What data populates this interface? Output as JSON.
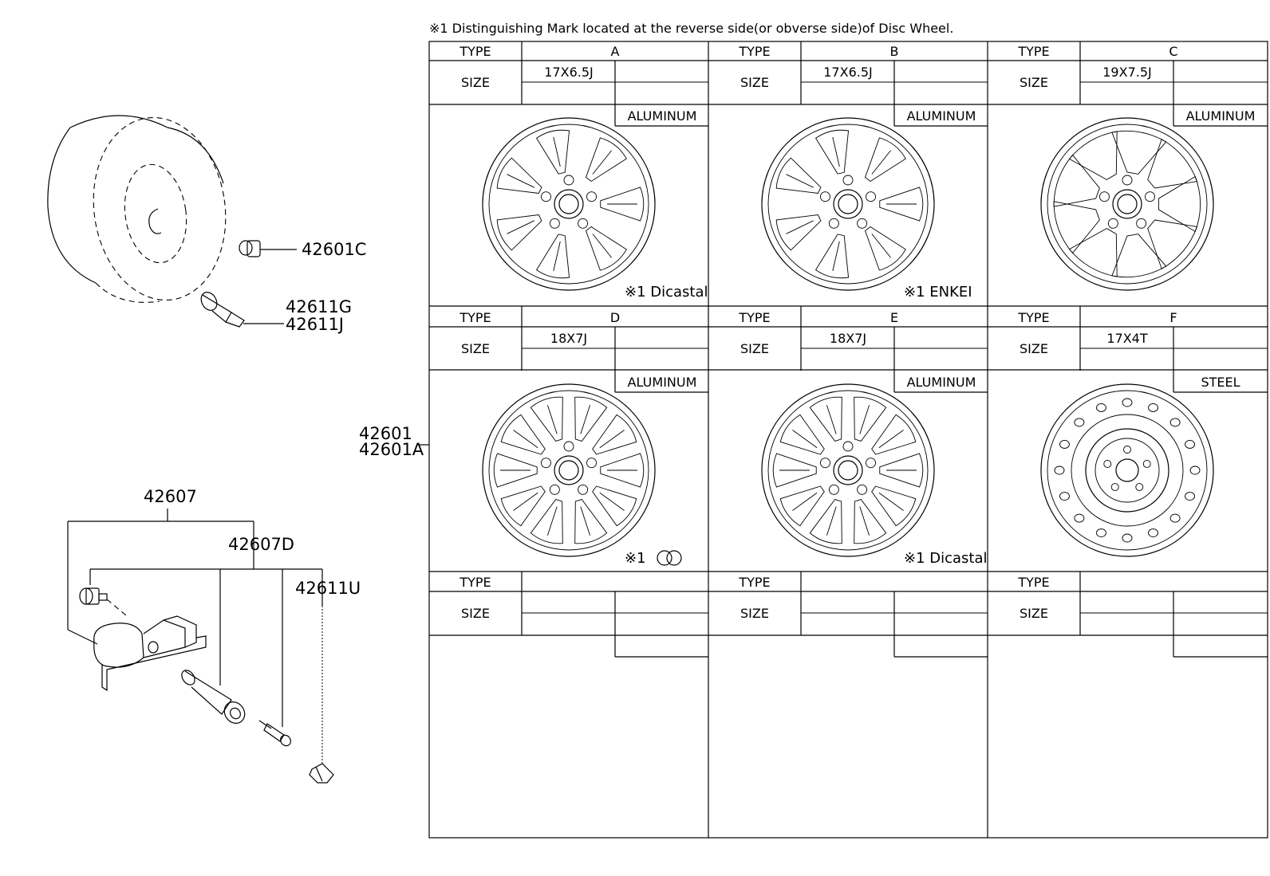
{
  "note": "※1 Distinguishing Mark located at the reverse side(or obverse side)of Disc Wheel.",
  "figure_id": "4164B4",
  "part_numbers": {
    "p42601C": "42601C",
    "p42611G": "42611G",
    "p42611J": "42611J",
    "p42601": "42601",
    "p42601A": "42601A",
    "p42607": "42607",
    "p42607D": "42607D",
    "p42611U": "42611U"
  },
  "table": {
    "type_label": "TYPE",
    "size_label": "SIZE",
    "cells": [
      {
        "type": "A",
        "size": "17X6.5J",
        "material": "ALUMINUM",
        "mark_prefix": "※1",
        "mark_text": "Dicastal"
      },
      {
        "type": "B",
        "size": "17X6.5J",
        "material": "ALUMINUM",
        "mark_prefix": "※1",
        "mark_text": "ENKEI"
      },
      {
        "type": "C",
        "size": "19X7.5J",
        "material": "ALUMINUM",
        "mark_prefix": "",
        "mark_text": ""
      },
      {
        "type": "D",
        "size": "18X7J",
        "material": "ALUMINUM",
        "mark_prefix": "※1",
        "mark_text": ""
      },
      {
        "type": "E",
        "size": "18X7J",
        "material": "ALUMINUM",
        "mark_prefix": "※1",
        "mark_text": "Dicastal"
      },
      {
        "type": "F",
        "size": "17X4T",
        "material": "STEEL",
        "mark_prefix": "",
        "mark_text": ""
      }
    ]
  }
}
